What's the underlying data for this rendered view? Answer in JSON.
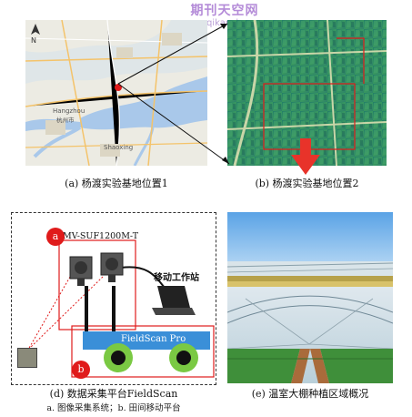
{
  "watermark": {
    "line1": "期刊天空网",
    "line2": "www.qikansky.com"
  },
  "panel_a": {
    "caption": "(a) 杨渡实验基地位置1",
    "compass": "N",
    "place_hangzhou": "Hangzhou",
    "place_hangzhou_cn": "杭州市",
    "place_shaoxing": "Shaoxing"
  },
  "panel_b": {
    "caption": "(b) 杨渡实验基地位置2"
  },
  "panel_d": {
    "caption": "(d) 数据采集平台FieldScan",
    "subcaption": "a. 图像采集系统；b. 田间移动平台",
    "camera_model": "MV-SUF1200M-T",
    "workstation_label": "移动工作站",
    "platform_label": "FieldScan Pro",
    "marker_a": "a",
    "marker_b": "b"
  },
  "panel_e": {
    "caption": "(e) 温室大棚种植区域概况"
  },
  "colors": {
    "arrow_red": "#e8332a",
    "marker_red": "#e01b1b",
    "map_water": "#a9c8ea",
    "map_land": "#ecebe3",
    "satellite_green": "#2f8c66",
    "platform_blue": "#3a8fd8",
    "wheel_green": "#7ac943"
  },
  "icons": [
    "north-arrow-icon",
    "map-pin-icon",
    "down-arrow-icon",
    "camera-icon",
    "laptop-icon",
    "wheel-icon"
  ]
}
